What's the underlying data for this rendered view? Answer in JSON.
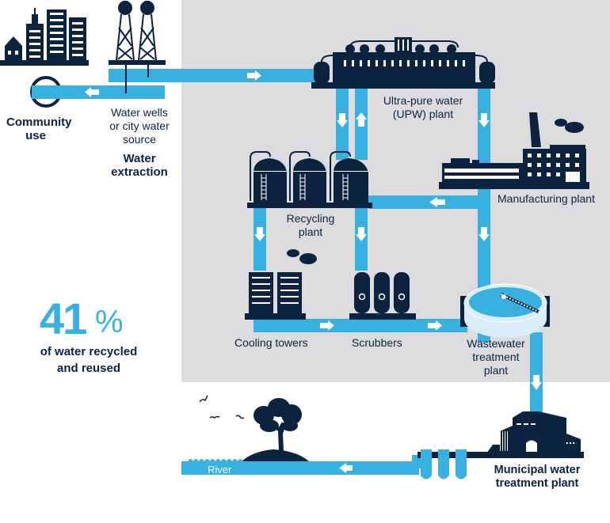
{
  "colors": {
    "pipe": "#38b0e0",
    "dark": "#0c2340",
    "panel": "#dcdcde",
    "arrow": "#ffffff"
  },
  "labels": {
    "community_use": "Community\nuse",
    "community_use_l1": "Community",
    "community_use_l2": "use",
    "water_wells_l1": "Water wells",
    "water_wells_l2": "or city water",
    "water_wells_l3": "source",
    "water_extraction_l1": "Water",
    "water_extraction_l2": "extraction",
    "upw_l1": "Ultra-pure water",
    "upw_l2": "(UPW) plant",
    "manufacturing": "Manufacturing plant",
    "recycling_l1": "Recycling",
    "recycling_l2": "plant",
    "cooling_towers": "Cooling towers",
    "scrubbers": "Scrubbers",
    "wastewater_l1": "Wastewater",
    "wastewater_l2": "treatment",
    "wastewater_l3": "plant",
    "municipal_l1": "Municipal water",
    "municipal_l2": "treatment plant",
    "river": "River"
  },
  "stat": {
    "value": "41",
    "unit": "%",
    "caption_l1": "of water recycled",
    "caption_l2": "and reused"
  }
}
